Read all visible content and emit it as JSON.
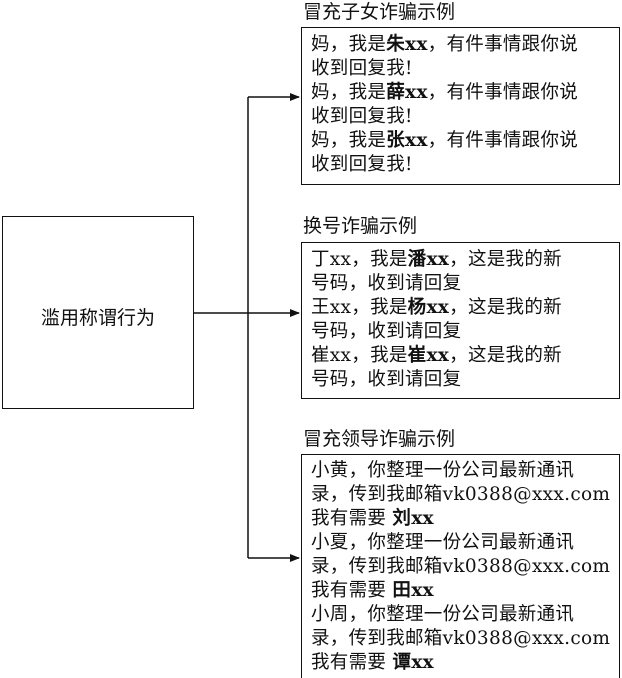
{
  "source": {
    "label": "滥用称谓行为"
  },
  "groups": [
    {
      "title": "冒充子女诈骗示例",
      "messages": [
        {
          "pre": "妈，我是",
          "bold": "朱xx",
          "post": "，有件事情跟你说",
          "line2": "收到回复我!"
        },
        {
          "pre": "妈，我是",
          "bold": "薛xx",
          "post": "，有件事情跟你说",
          "line2": "收到回复我!"
        },
        {
          "pre": "妈，我是",
          "bold": "张xx",
          "post": "，有件事情跟你说",
          "line2": "收到回复我!"
        }
      ]
    },
    {
      "title": "换号诈骗示例",
      "messages": [
        {
          "pre": "丁xx，我是",
          "bold": "潘xx",
          "post": "，这是我的新",
          "line2": "号码，收到请回复"
        },
        {
          "pre": "王xx，我是",
          "bold": "杨xx",
          "post": "，这是我的新",
          "line2": "号码，收到请回复"
        },
        {
          "pre": "崔xx，我是",
          "bold": "崔xx",
          "post": "，这是我的新",
          "line2": "号码，收到请回复"
        }
      ]
    },
    {
      "title": "冒充领导诈骗示例",
      "messages": [
        {
          "l1": "小黄，你整理一份公司最新通讯",
          "l2": "录，传到我邮箱vk0388@xxx.com",
          "l3pre": "我有需要 ",
          "bold": "刘xx"
        },
        {
          "l1": "小夏，你整理一份公司最新通讯",
          "l2": "录，传到我邮箱vk0388@xxx.com",
          "l3pre": "我有需要 ",
          "bold": "田xx"
        },
        {
          "l1": "小周，你整理一份公司最新通讯",
          "l2": "录，传到我邮箱vk0388@xxx.com",
          "l3pre": "我有需要 ",
          "bold": "谭xx"
        }
      ]
    }
  ]
}
